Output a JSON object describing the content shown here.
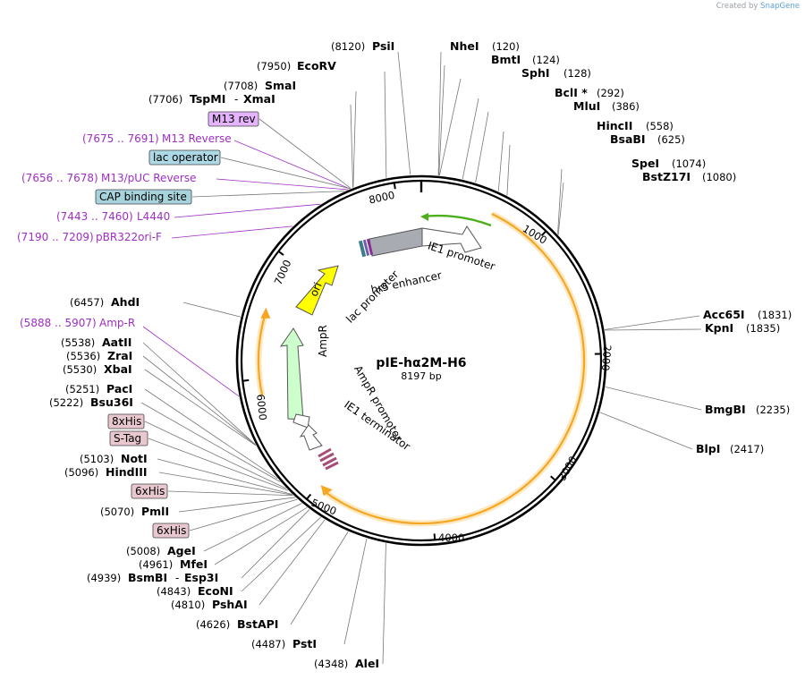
{
  "watermark": {
    "prefix": "Created by",
    "brand": "SnapGene"
  },
  "plasmid": {
    "name": "pIE-hα2M-H6",
    "length_label": "8197 bp",
    "length": 8197
  },
  "tick_labels": [
    "1000",
    "2000",
    "3000",
    "4000",
    "5000",
    "6000",
    "7000",
    "8000"
  ],
  "sites_right": [
    {
      "name": "PsiI",
      "pos": "(8120)",
      "bp": 8120
    },
    {
      "name": "NheI",
      "pos": "(120)",
      "bp": 120
    },
    {
      "name": "BmtI",
      "pos": "(124)",
      "bp": 124
    },
    {
      "name": "SphI",
      "pos": "(128)",
      "bp": 128
    },
    {
      "name": "BclI *",
      "pos": "(292)",
      "bp": 292
    },
    {
      "name": "MluI",
      "pos": "(386)",
      "bp": 386
    },
    {
      "name": "HincII",
      "pos": "(558)",
      "bp": 558
    },
    {
      "name": "BsaBI",
      "pos": "(625)",
      "bp": 625
    },
    {
      "name": "SpeI",
      "pos": "(1074)",
      "bp": 1074
    },
    {
      "name": "BstZ17I",
      "pos": "(1080)",
      "bp": 1080
    },
    {
      "name": "Acc65I",
      "pos": "(1831)",
      "bp": 1831
    },
    {
      "name": "KpnI",
      "pos": "(1835)",
      "bp": 1835
    },
    {
      "name": "BmgBI",
      "pos": "(2235)",
      "bp": 2235
    },
    {
      "name": "BlpI",
      "pos": "(2417)",
      "bp": 2417
    }
  ],
  "sites_left": [
    {
      "name": "EcoRV",
      "pos": "(7950)",
      "bp": 7950
    },
    {
      "name": "SmaI",
      "pos": "(7708)",
      "bp": 7708
    },
    {
      "name": "TspMI",
      "name2": "XmaI",
      "pos": "(7706)",
      "bp": 7706
    },
    {
      "name": "AhdI",
      "pos": "(6457)",
      "bp": 6457
    },
    {
      "name": "AatII",
      "pos": "(5538)",
      "bp": 5538
    },
    {
      "name": "ZraI",
      "pos": "(5536)",
      "bp": 5536
    },
    {
      "name": "XbaI",
      "pos": "(5530)",
      "bp": 5530
    },
    {
      "name": "PacI",
      "pos": "(5251)",
      "bp": 5251
    },
    {
      "name": "Bsu36I",
      "pos": "(5222)",
      "bp": 5222
    },
    {
      "name": "NotI",
      "pos": "(5103)",
      "bp": 5103
    },
    {
      "name": "HindIII",
      "pos": "(5096)",
      "bp": 5096
    },
    {
      "name": "PmlI",
      "pos": "(5070)",
      "bp": 5070
    },
    {
      "name": "AgeI",
      "pos": "(5008)",
      "bp": 5008
    },
    {
      "name": "MfeI",
      "pos": "(4961)",
      "bp": 4961
    },
    {
      "name": "BsmBI",
      "name2": "Esp3I",
      "pos": "(4939)",
      "bp": 4939
    },
    {
      "name": "EcoNI",
      "pos": "(4843)",
      "bp": 4843
    },
    {
      "name": "PshAI",
      "pos": "(4810)",
      "bp": 4810
    },
    {
      "name": "BstAPI",
      "pos": "(4626)",
      "bp": 4626
    },
    {
      "name": "PstI",
      "pos": "(4487)",
      "bp": 4487
    },
    {
      "name": "AleI",
      "pos": "(4348)",
      "bp": 4348
    }
  ],
  "primers": [
    {
      "range": "(7675 .. 7691)",
      "name": "M13 Reverse"
    },
    {
      "range": "(7656 .. 7678)",
      "name": "M13/pUC Reverse"
    },
    {
      "range": "(7443 .. 7460)",
      "name": "L4440"
    },
    {
      "range": "(7190 .. 7209)",
      "name": "pBR322ori-F"
    },
    {
      "range": "(5888 .. 5907)",
      "name": "Amp-R"
    }
  ],
  "boxed_labels": {
    "m13rev": "M13 rev",
    "lac_operator": "lac operator",
    "cap_site": "CAP binding site",
    "his8": "8xHis",
    "stag": "S-Tag",
    "his6a": "6xHis",
    "his6b": "6xHis"
  },
  "feature_labels": {
    "ori": "ori",
    "lac_promoter": "lac promoter",
    "hr5": "hr5 enhancer",
    "ie1_promoter": "IE1 promoter",
    "ampr": "AmpR",
    "ampr_promoter": "AmpR promoter",
    "ie1_terminator": "IE1 terminator"
  },
  "colors": {
    "backbone": "#000000",
    "orf_arc": "#f5a623",
    "orf_glow": "#fde8bf",
    "primer": "#a02ec4",
    "ori": "#ffff00",
    "ampr": "#ccffcc",
    "hr5": "#a9abb3",
    "green_primer": "#4caf1c",
    "lac_operator_fill": "#add8e6",
    "cap_fill": "#a7d3dc",
    "m13_fill": "#e6b3ff",
    "tag_fill": "#e8c7cf"
  }
}
